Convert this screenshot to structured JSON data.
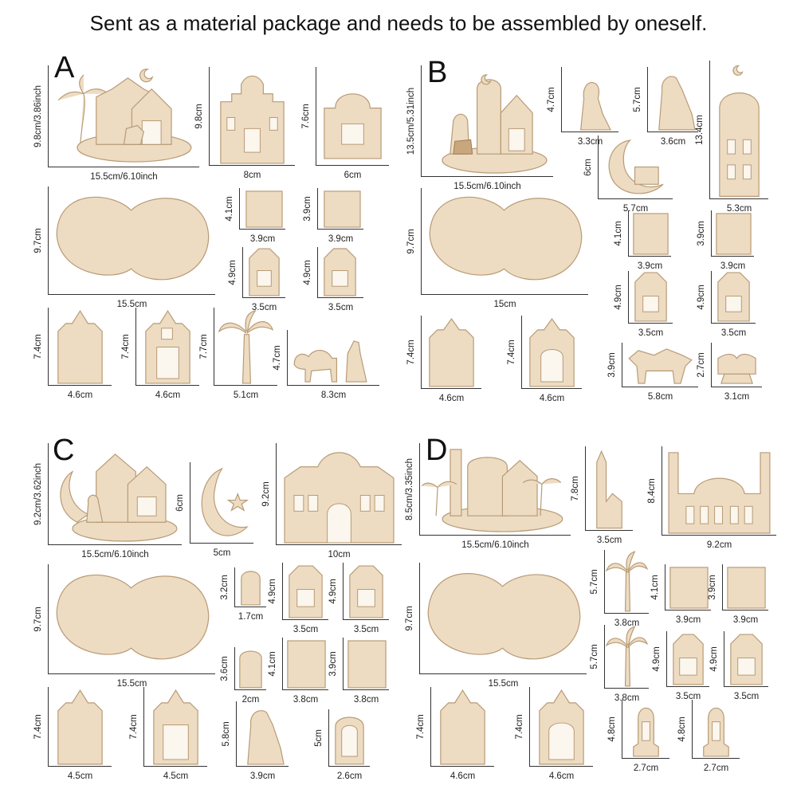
{
  "header": {
    "text": "Sent as a material package and needs to be assembled by oneself."
  },
  "sections": {
    "A": {
      "letter": "A",
      "dims": {
        "assembled_w": "15.5cm/6.10inch",
        "assembled_h": "9.8cm/3.86inch",
        "mosque_w": "8cm",
        "mosque_h": "9.8cm",
        "dome_w": "6cm",
        "dome_h": "7.6cm",
        "base_w": "15.5cm",
        "base_h": "9.7cm",
        "roof1_w": "3.9cm",
        "roof1_h": "4.1cm",
        "roof2_w": "3.9cm",
        "roof2_h": "3.9cm",
        "win1_w": "3.5cm",
        "win1_h": "4.9cm",
        "win2_w": "3.5cm",
        "win2_h": "4.9cm",
        "back_w": "4.6cm",
        "back_h": "7.4cm",
        "front_w": "4.6cm",
        "front_h": "7.4cm",
        "palm_w": "5.1cm",
        "palm_h": "7.7cm",
        "camel_w": "8.3cm",
        "camel_h": "4.7cm"
      }
    },
    "B": {
      "letter": "B",
      "dims": {
        "assembled_w": "15.5cm/6.10inch",
        "assembled_h": "13.5cm/5.31inch",
        "kneel_w": "3.3cm",
        "kneel_h": "4.7cm",
        "pray_w": "3.6cm",
        "pray_h": "5.7cm",
        "tower_w": "5.3cm",
        "tower_h": "13.4cm",
        "moon_w": "5.7cm",
        "moon_h": "6cm",
        "base_w": "15cm",
        "base_h": "9.7cm",
        "roof1_w": "3.9cm",
        "roof1_h": "4.1cm",
        "roof2_w": "3.9cm",
        "roof2_h": "3.9cm",
        "win1_w": "3.5cm",
        "win1_h": "4.9cm",
        "win2_w": "3.5cm",
        "win2_h": "4.9cm",
        "back_w": "4.6cm",
        "back_h": "7.4cm",
        "front_w": "4.6cm",
        "front_h": "7.4cm",
        "camel_w": "5.8cm",
        "camel_h": "3.9cm",
        "book_w": "3.1cm",
        "book_h": "2.7cm"
      }
    },
    "C": {
      "letter": "C",
      "dims": {
        "assembled_w": "15.5cm/6.10inch",
        "assembled_h": "9.2cm/3.62inch",
        "moon_w": "5cm",
        "moon_h": "6cm",
        "mosque_w": "10cm",
        "mosque_h": "9.2cm",
        "base_w": "15.5cm",
        "base_h": "9.7cm",
        "door1_w": "1.7cm",
        "door1_h": "3.2cm",
        "door2_w": "2cm",
        "door2_h": "3.6cm",
        "win1_w": "3.5cm",
        "win1_h": "4.9cm",
        "win2_w": "3.5cm",
        "win2_h": "4.9cm",
        "roof1_w": "3.8cm",
        "roof1_h": "4.1cm",
        "roof2_w": "3.8cm",
        "roof2_h": "3.9cm",
        "back_w": "4.5cm",
        "back_h": "7.4cm",
        "front_w": "4.5cm",
        "front_h": "7.4cm",
        "pray_w": "3.9cm",
        "pray_h": "5.8cm",
        "lantern_w": "2.6cm",
        "lantern_h": "5cm"
      }
    },
    "D": {
      "letter": "D",
      "dims": {
        "assembled_w": "15.5cm/6.10inch",
        "assembled_h": "8.5cm/3.35inch",
        "minaret_w": "3.5cm",
        "minaret_h": "7.8cm",
        "mosque_w": "9.2cm",
        "mosque_h": "8.4cm",
        "palm1_w": "3.8cm",
        "palm1_h": "5.7cm",
        "palm2_w": "3.8cm",
        "palm2_h": "5.7cm",
        "roof1_w": "3.9cm",
        "roof1_h": "4.1cm",
        "roof2_w": "3.9cm",
        "roof2_h": "3.9cm",
        "base_w": "15.5cm",
        "base_h": "9.7cm",
        "win1_w": "3.5cm",
        "win1_h": "4.9cm",
        "win2_w": "3.5cm",
        "win2_h": "4.9cm",
        "back_w": "4.6cm",
        "back_h": "7.4cm",
        "front_w": "4.6cm",
        "front_h": "7.4cm",
        "lantern1_w": "2.7cm",
        "lantern1_h": "4.8cm",
        "lantern2_w": "2.7cm",
        "lantern2_h": "4.8cm"
      }
    }
  },
  "colors": {
    "wood": "#eddcc2",
    "wood_edge": "#b89a76",
    "text": "#222222"
  }
}
